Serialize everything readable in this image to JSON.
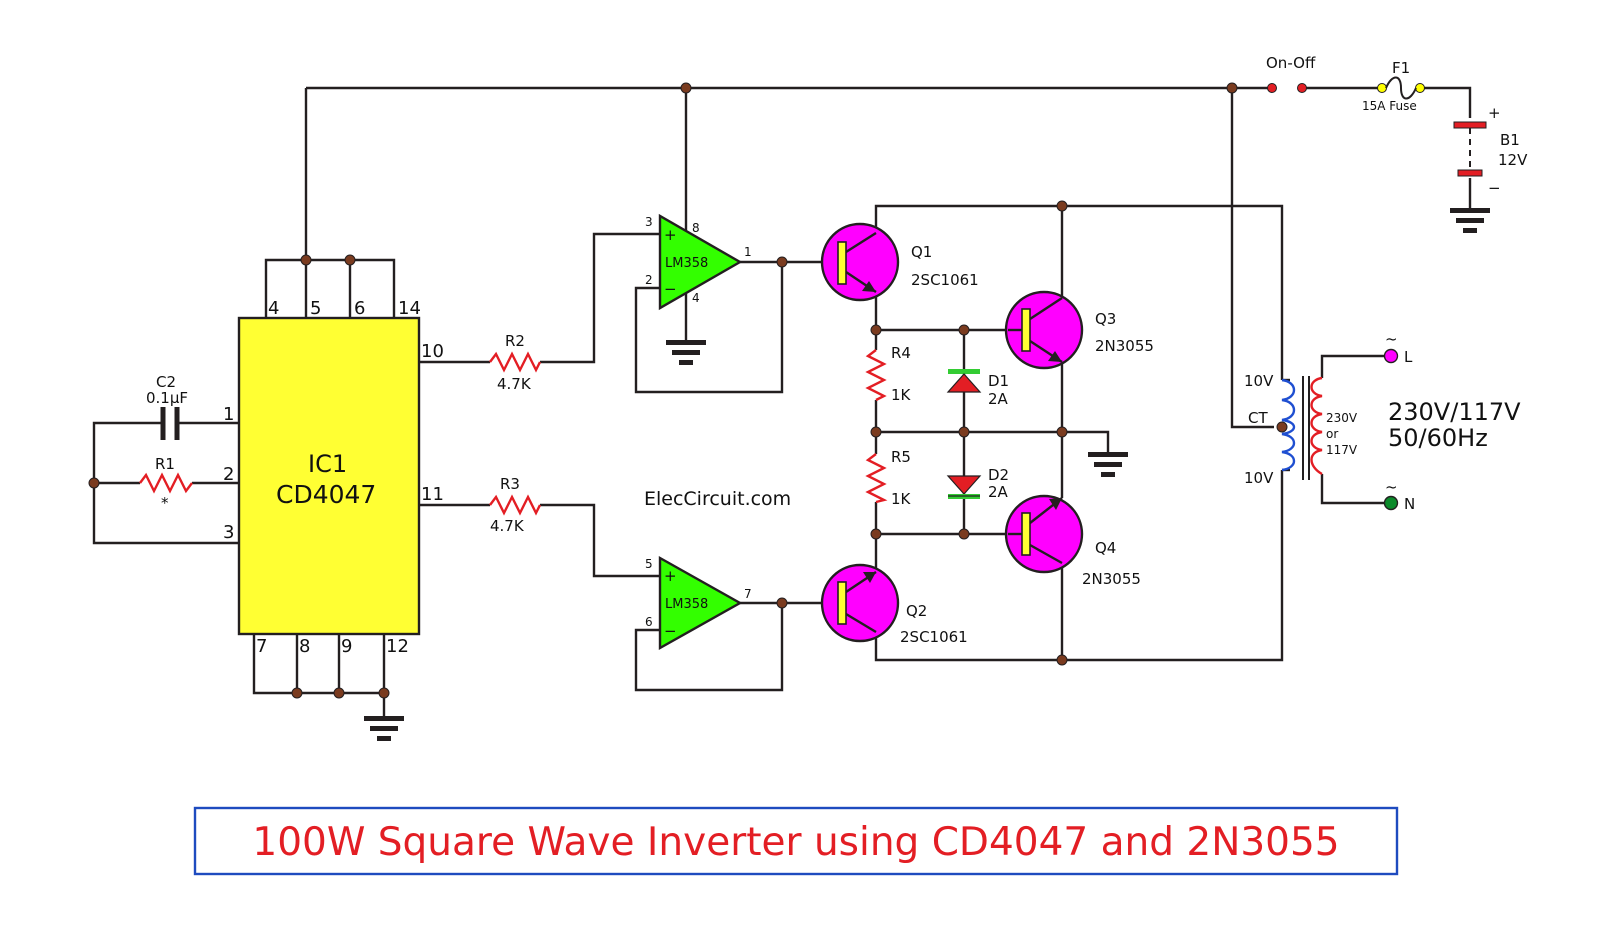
{
  "title": "100W Square Wave Inverter using CD4047 and 2N3055",
  "watermark": "ElecCircuit.com",
  "colors": {
    "wire": "#231f20",
    "ic_fill": "#ffff33",
    "opamp_fill": "#33ff00",
    "transistor_fill": "#ff00ff",
    "resistor": "#e31e24",
    "diode": "#e31e24",
    "title": "#e31e24",
    "frame": "#1e4bbf",
    "coil_primary": "#1f4fd1",
    "coil_secondary": "#e31e24"
  },
  "ic1": {
    "ref": "IC1",
    "part": "CD4047",
    "pins_top": [
      "4",
      "5",
      "6",
      "14"
    ],
    "pins_left": [
      "1",
      "2",
      "3"
    ],
    "pins_right": [
      "10",
      "11"
    ],
    "pins_bottom": [
      "7",
      "8",
      "9",
      "12"
    ]
  },
  "c2": {
    "ref": "C2",
    "value": "0.1µF"
  },
  "r1": {
    "ref": "R1",
    "value": "*"
  },
  "r2": {
    "ref": "R2",
    "value": "4.7K"
  },
  "r3": {
    "ref": "R3",
    "value": "4.7K"
  },
  "r4": {
    "ref": "R4",
    "value": "1K"
  },
  "r5": {
    "ref": "R5",
    "value": "1K"
  },
  "opamp_top": {
    "part": "LM358",
    "pin_in_plus": "3",
    "pin_in_minus": "2",
    "pin_out": "1",
    "pin_vcc": "8",
    "pin_gnd": "4"
  },
  "opamp_bottom": {
    "part": "LM358",
    "pin_in_plus": "5",
    "pin_in_minus": "6",
    "pin_out": "7"
  },
  "q1": {
    "ref": "Q1",
    "part": "2SC1061"
  },
  "q2": {
    "ref": "Q2",
    "part": "2SC1061"
  },
  "q3": {
    "ref": "Q3",
    "part": "2N3055"
  },
  "q4": {
    "ref": "Q4",
    "part": "2N3055"
  },
  "d1": {
    "ref": "D1",
    "value": "2A"
  },
  "d2": {
    "ref": "D2",
    "value": "2A"
  },
  "switch": {
    "label": "On-Off"
  },
  "fuse": {
    "ref": "F1",
    "value": "15A Fuse"
  },
  "battery": {
    "ref": "B1",
    "value": "12V",
    "plus": "+",
    "minus": "−"
  },
  "transformer": {
    "primary_top": "10V",
    "center_tap": "CT",
    "primary_bottom": "10V",
    "secondary_1": "230V",
    "secondary_or": "or",
    "secondary_2": "117V",
    "output_voltage": "230V/117V",
    "output_freq": "50/60Hz",
    "terminal_l": "L",
    "terminal_n": "N",
    "ac_symbol": "~"
  }
}
